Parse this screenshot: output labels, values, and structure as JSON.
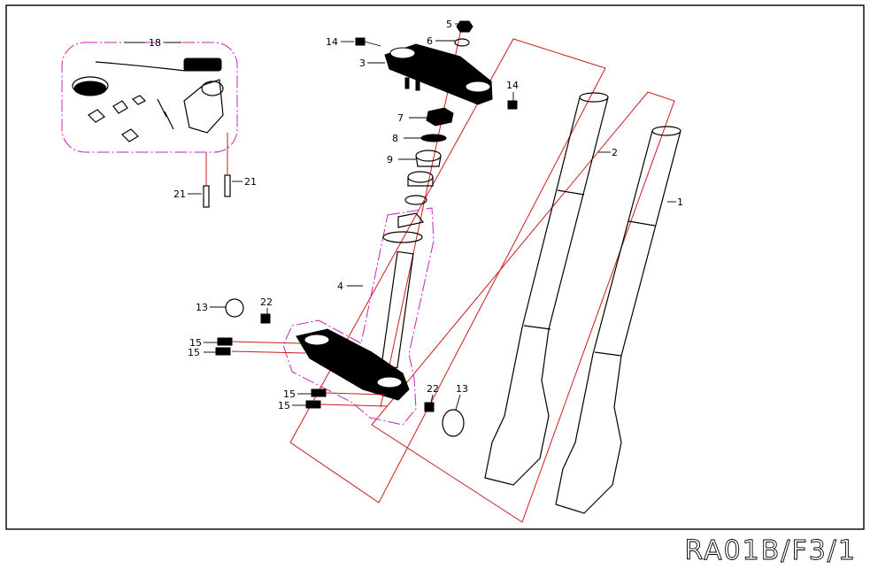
{
  "drawing_code": "RA01B/F3/1",
  "callouts": {
    "c1": "1",
    "c2": "2",
    "c3": "3",
    "c4": "4",
    "c5": "5",
    "c6": "6",
    "c7": "7",
    "c8": "8",
    "c9": "9",
    "c13a": "13",
    "c13b": "13",
    "c14a": "14",
    "c14b": "14",
    "c15a": "15",
    "c15b": "15",
    "c15c": "15",
    "c15d": "15",
    "c18": "18",
    "c21a": "21",
    "c21b": "21",
    "c22a": "22",
    "c22b": "22"
  },
  "colors": {
    "frame": "#000000",
    "group_lines": "#cc1b1b",
    "kit_outline": "#c81fb8"
  }
}
